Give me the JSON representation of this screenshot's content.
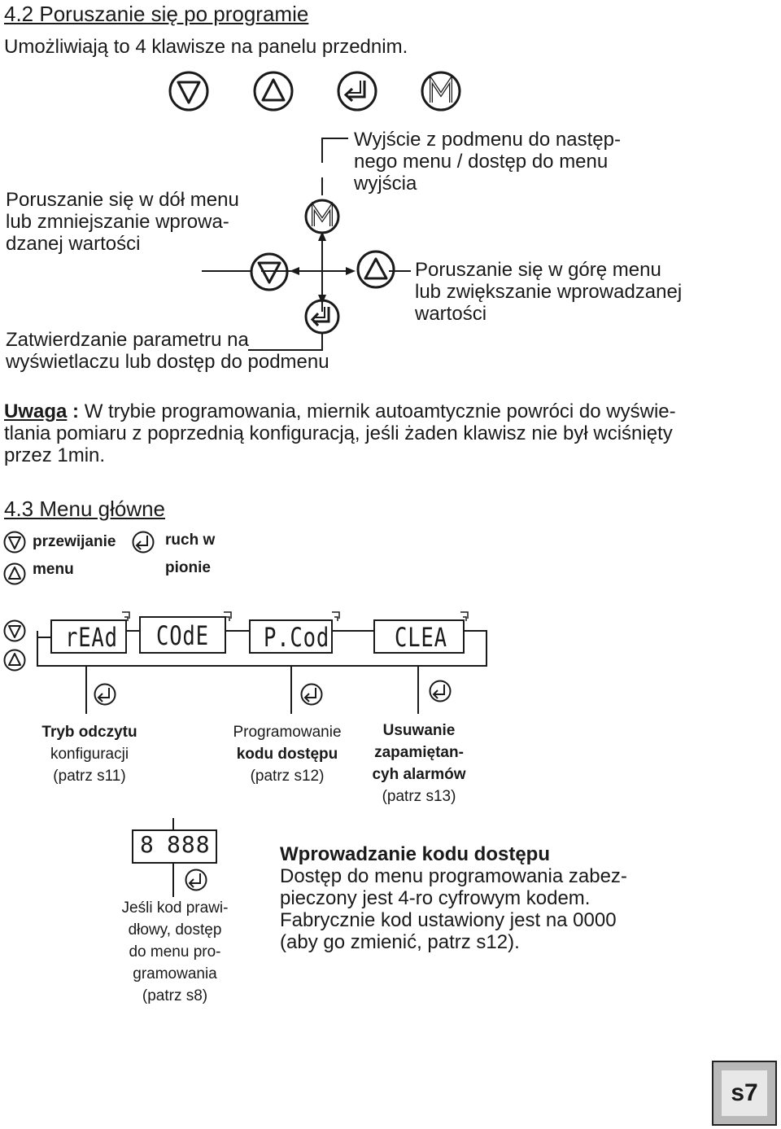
{
  "section_42": {
    "title": "4.2 Poruszanie się po programie",
    "intro": "Umożliwiają to 4 klawisze na panelu przednim.",
    "labels": {
      "exit": [
        "Wyjście z podmenu do następ-",
        "nego menu / dostęp do menu",
        "wyjścia"
      ],
      "down": [
        "Poruszanie się w dół menu",
        "lub zmniejszanie wprowa-",
        "dzanej wartości"
      ],
      "up": [
        "Poruszanie się w górę menu",
        "lub zwiększanie wprowadzanej",
        "wartości"
      ],
      "enter": [
        "Zatwierdzanie parametru na",
        "wyświetlaczu lub dostęp do podmenu"
      ]
    }
  },
  "note": {
    "label": "Uwaga",
    "colon": " : ",
    "lines": [
      "W trybie programowania, miernik autoamtycznie powróci do wyświe-",
      "tlania pomiaru z poprzednią konfiguracją, jeśli żaden klawisz nie był wciśnięty",
      "przez 1min."
    ]
  },
  "section_43": {
    "title": "4.3 Menu główne",
    "legend": {
      "scroll": "przewijanie",
      "menu": "menu",
      "ruch": "ruch w",
      "pionie": "pionie"
    },
    "menu_items": [
      "rEAd",
      "COdE",
      "P.Cod",
      "CLEA"
    ],
    "descriptions": {
      "read": {
        "bold": "Tryb odczytu",
        "lines": [
          "konfiguracji",
          "(patrz s11)"
        ]
      },
      "code": {
        "normal": "Programowanie",
        "bold": "kodu dostępu",
        "ref": "(patrz s12)"
      },
      "clea": {
        "bold": [
          "Usuwanie",
          "zapamiętan-",
          "cyh alarmów"
        ],
        "ref": "(patrz s13)"
      }
    },
    "code_display": {
      "first": "8",
      "rest": "888"
    },
    "code_result": [
      "Jeśli kod prawi-",
      "dłowy, dostęp",
      "do menu pro-",
      "gramowania",
      "(patrz s8)"
    ],
    "code_entry": {
      "title": "Wprowadzanie kodu dostępu",
      "lines": [
        "Dostęp do menu programowania zabez-",
        "pieczony jest 4-ro cyfrowym kodem.",
        "Fabrycznie kod ustawiony jest na 0000",
        "(aby go zmienić, patrz s12)."
      ]
    }
  },
  "page_number": "s7",
  "icons": [
    "down-arrow-key-icon",
    "up-arrow-key-icon",
    "enter-key-icon",
    "menu-key-icon"
  ]
}
